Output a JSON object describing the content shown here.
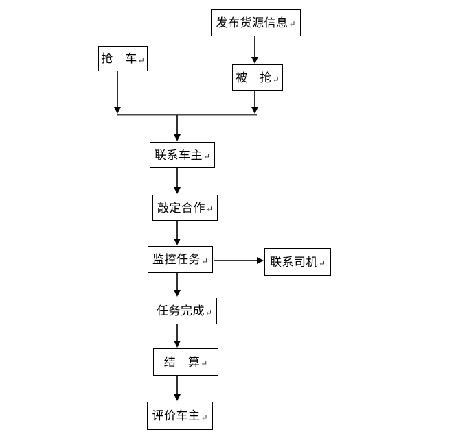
{
  "diagram": {
    "type": "flowchart",
    "return_mark": "↵",
    "colors": {
      "box_border": "#000000",
      "text": "#000000",
      "line": "#1a1a1a",
      "background": "#ffffff"
    },
    "nodes": [
      {
        "id": "publish_info",
        "label": "发布货源信息"
      },
      {
        "id": "grab_vehicle",
        "label": "抢　车"
      },
      {
        "id": "got_grabbed",
        "label": "被　抢"
      },
      {
        "id": "contact_owner",
        "label": "联系车主"
      },
      {
        "id": "finalize_coop",
        "label": "敲定合作"
      },
      {
        "id": "monitor_task",
        "label": "监控任务"
      },
      {
        "id": "contact_driver",
        "label": "联系司机"
      },
      {
        "id": "task_complete",
        "label": "任务完成"
      },
      {
        "id": "settlement",
        "label": "结　算"
      },
      {
        "id": "evaluate_owner",
        "label": "评价车主"
      }
    ],
    "edges": [
      {
        "from": "publish_info",
        "to": "got_grabbed"
      },
      {
        "from": "grab_vehicle",
        "to": "merge_bar"
      },
      {
        "from": "got_grabbed",
        "to": "merge_bar"
      },
      {
        "from": "merge_bar",
        "to": "contact_owner"
      },
      {
        "from": "contact_owner",
        "to": "finalize_coop"
      },
      {
        "from": "finalize_coop",
        "to": "monitor_task"
      },
      {
        "from": "monitor_task",
        "to": "contact_driver"
      },
      {
        "from": "monitor_task",
        "to": "task_complete"
      },
      {
        "from": "task_complete",
        "to": "settlement"
      },
      {
        "from": "settlement",
        "to": "evaluate_owner"
      }
    ]
  }
}
